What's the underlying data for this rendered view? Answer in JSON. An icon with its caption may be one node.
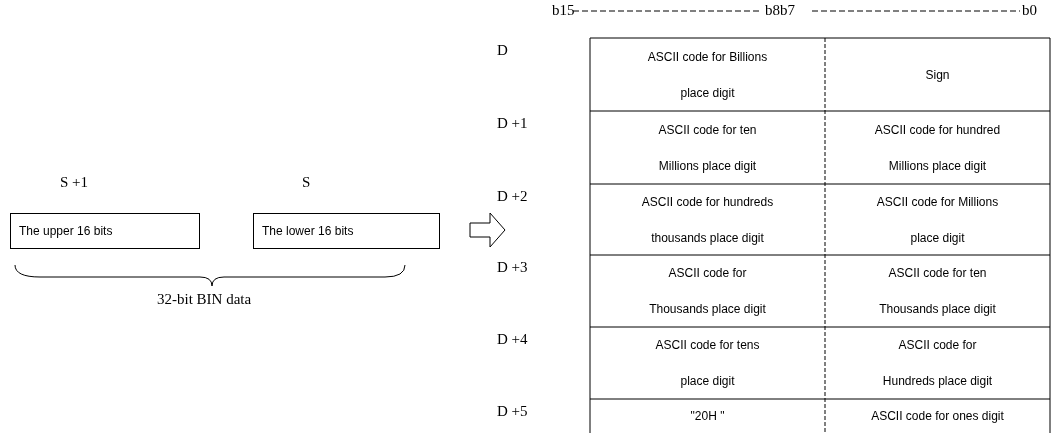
{
  "diagram": {
    "nodes": [
      {
        "text": [
          "The upper 16 bits"
        ],
        "beside": [
          "S +1"
        ]
      },
      {
        "text": [
          "The lower 16 bits"
        ],
        "beside": [
          "S"
        ]
      }
    ],
    "labels": [
      "b15",
      "b8b7",
      "b0",
      "D",
      "ASCII code for Billions place digit",
      "Sign",
      "D +1",
      "ASCII code for ten Millions place digit",
      "ASCII code for hundred Millions place digit",
      "D +2",
      "ASCII code for hundreds thousands place digit",
      "ASCII code for Millions place digit",
      "D +3",
      "ASCII code for Thousands place digit",
      "ASCII code for ten Thousands place digit",
      "D +4",
      "ASCII code for tens place digit",
      "ASCII code for Hundreds place digit",
      "D +5",
      "\"20H \"",
      "ASCII code for ones digit",
      "32-bit BIN data"
    ]
  }
}
